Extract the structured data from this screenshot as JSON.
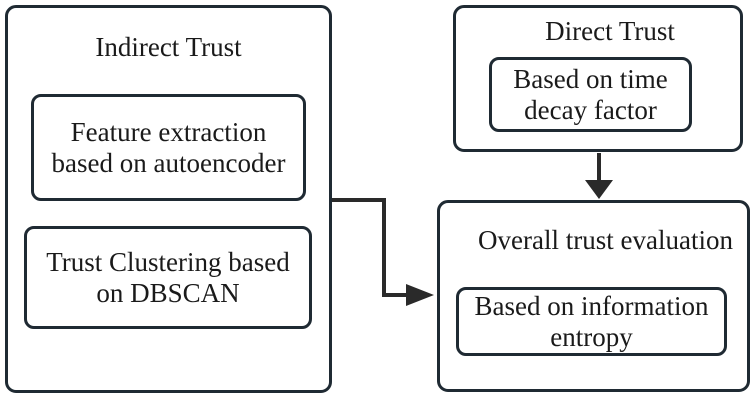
{
  "figure": {
    "background": "#ffffff",
    "ink": {
      "border": "#1f2a33",
      "connector": "#2a2a2a",
      "text": "#1a1a1a"
    }
  },
  "nodes": {
    "indirect_trust": {
      "title": "Indirect Trust",
      "children": {
        "feature_extraction": {
          "line1": "Feature extraction",
          "line2": "based on autoencoder"
        },
        "trust_clustering": {
          "line1": "Trust Clustering based",
          "line2": "on DBSCAN"
        }
      }
    },
    "direct_trust": {
      "title": "Direct Trust",
      "children": {
        "time_decay": {
          "line1": "Based on time",
          "line2": "decay factor"
        }
      }
    },
    "overall_trust": {
      "title": "Overall trust evaluation",
      "children": {
        "information_entropy": {
          "line1": "Based on information",
          "line2": "entropy"
        }
      }
    }
  },
  "connections": [
    {
      "from": "Indirect Trust",
      "to": "Overall trust evaluation",
      "type": "elbow-arrow"
    },
    {
      "from": "Direct Trust",
      "to": "Overall trust evaluation",
      "type": "down-arrow"
    }
  ]
}
